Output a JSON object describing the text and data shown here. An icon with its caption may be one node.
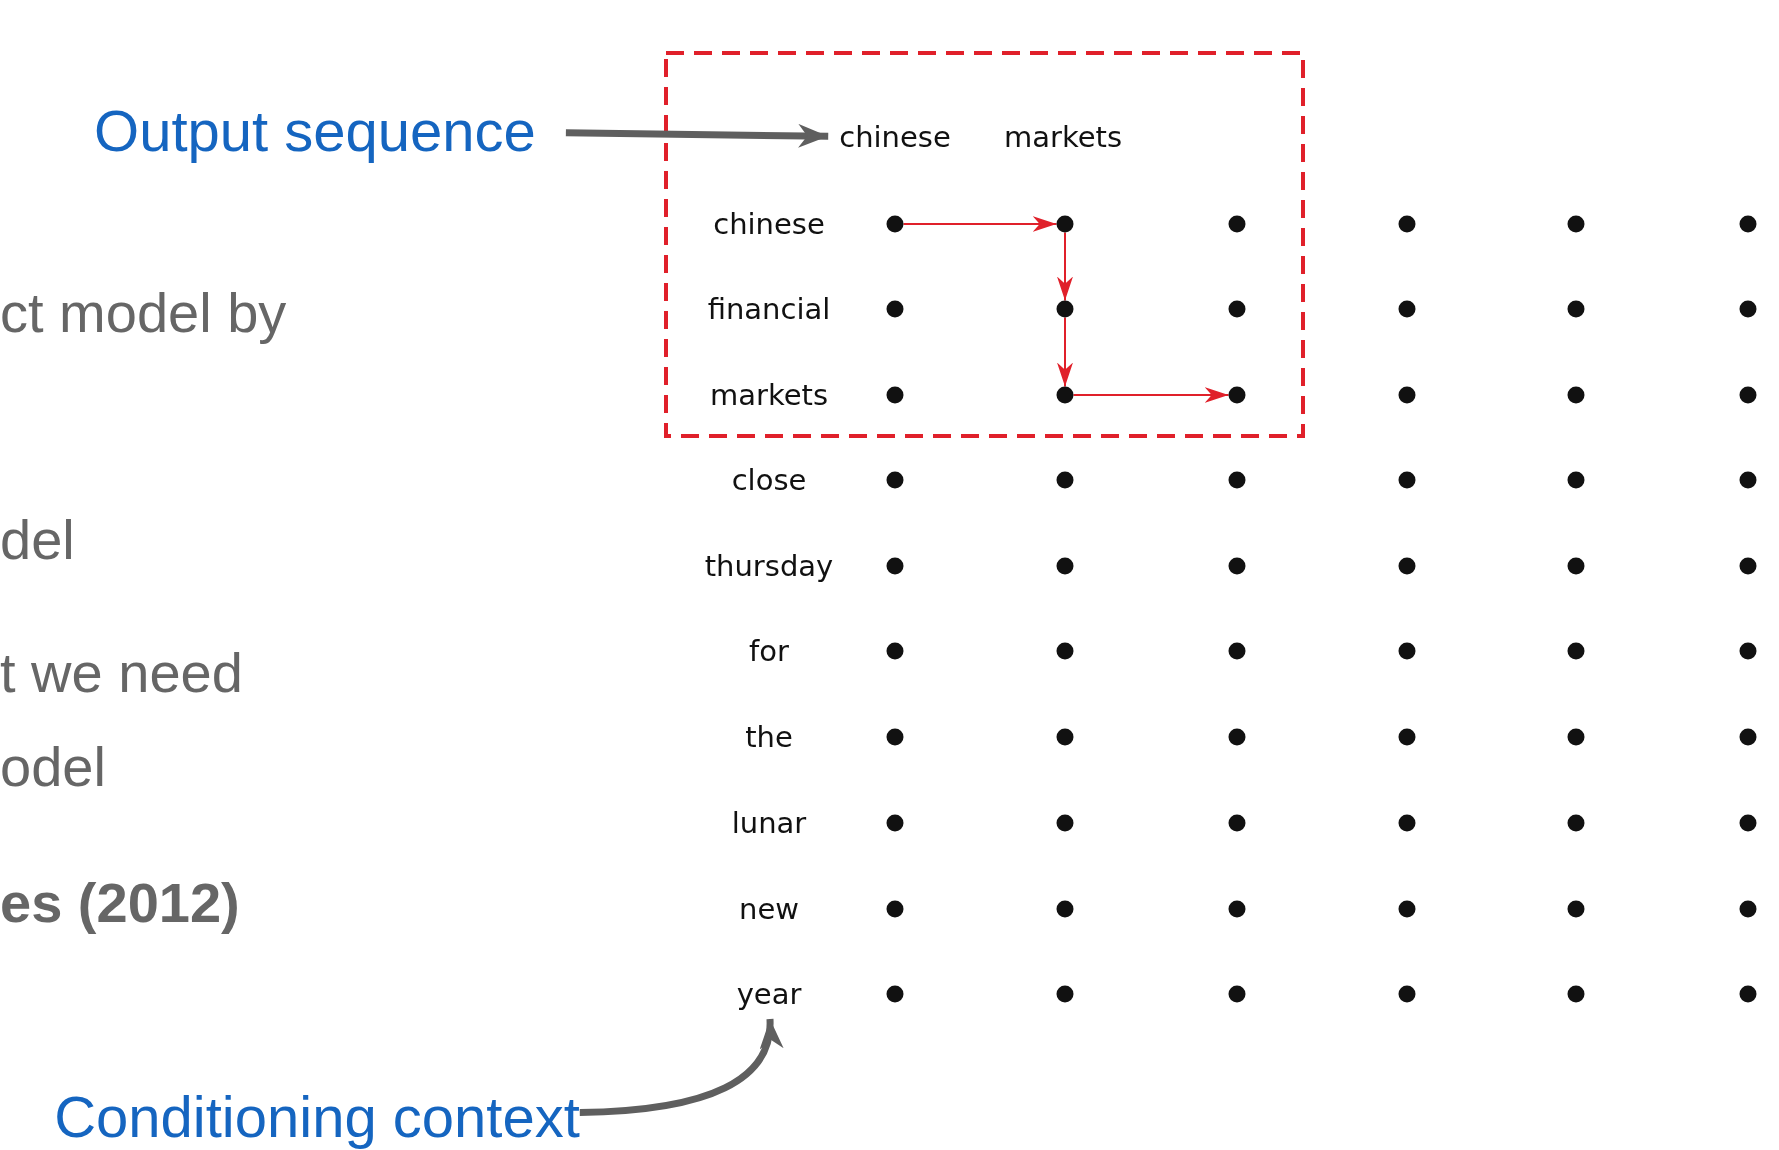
{
  "diagram": {
    "nodes": [
      {
        "text": [
          "Output sequence"
        ]
      },
      {
        "text": [
          "chinese"
        ]
      },
      {
        "text": [
          "markets"
        ]
      },
      {
        "text": [
          "chinese"
        ]
      },
      {
        "text": [],
        "shape": "circle"
      },
      {
        "text": [],
        "shape": "circle"
      },
      {
        "text": [],
        "shape": "circle"
      },
      {
        "text": [],
        "shape": "circle"
      },
      {
        "text": [],
        "shape": "circle"
      },
      {
        "text": [],
        "shape": "circle"
      },
      {
        "text": [
          "financial"
        ]
      },
      {
        "text": [],
        "shape": "circle"
      },
      {
        "text": [],
        "shape": "circle"
      },
      {
        "text": [],
        "shape": "circle"
      },
      {
        "text": [],
        "shape": "circle"
      },
      {
        "text": [],
        "shape": "circle"
      },
      {
        "text": [],
        "shape": "circle"
      },
      {
        "text": [
          "markets"
        ]
      },
      {
        "text": [],
        "shape": "circle"
      },
      {
        "text": [],
        "shape": "circle"
      },
      {
        "text": [],
        "shape": "circle"
      },
      {
        "text": [],
        "shape": "circle"
      },
      {
        "text": [],
        "shape": "circle"
      },
      {
        "text": [],
        "shape": "circle"
      },
      {
        "text": [
          "close"
        ]
      },
      {
        "text": [],
        "shape": "circle"
      },
      {
        "text": [],
        "shape": "circle"
      },
      {
        "text": [],
        "shape": "circle"
      },
      {
        "text": [],
        "shape": "circle"
      },
      {
        "text": [],
        "shape": "circle"
      },
      {
        "text": [],
        "shape": "circle"
      },
      {
        "text": [
          "thursday"
        ]
      },
      {
        "text": [],
        "shape": "circle"
      },
      {
        "text": [],
        "shape": "circle"
      },
      {
        "text": [],
        "shape": "circle"
      },
      {
        "text": [],
        "shape": "circle"
      },
      {
        "text": [],
        "shape": "circle"
      },
      {
        "text": [],
        "shape": "circle"
      },
      {
        "text": [
          "for"
        ]
      },
      {
        "text": [],
        "shape": "circle"
      },
      {
        "text": [],
        "shape": "circle"
      },
      {
        "text": [],
        "shape": "circle"
      },
      {
        "text": [],
        "shape": "circle"
      },
      {
        "text": [],
        "shape": "circle"
      },
      {
        "text": [],
        "shape": "circle"
      },
      {
        "text": [
          "the"
        ]
      },
      {
        "text": [],
        "shape": "circle"
      },
      {
        "text": [],
        "shape": "circle"
      },
      {
        "text": [],
        "shape": "circle"
      },
      {
        "text": [],
        "shape": "circle"
      },
      {
        "text": [],
        "shape": "circle"
      },
      {
        "text": [],
        "shape": "circle"
      },
      {
        "text": [
          "lunar"
        ]
      },
      {
        "text": [],
        "shape": "circle"
      },
      {
        "text": [],
        "shape": "circle"
      },
      {
        "text": [],
        "shape": "circle"
      },
      {
        "text": [],
        "shape": "circle"
      },
      {
        "text": [],
        "shape": "circle"
      },
      {
        "text": [],
        "shape": "circle"
      },
      {
        "text": [
          "new"
        ]
      },
      {
        "text": [],
        "shape": "circle"
      },
      {
        "text": [],
        "shape": "circle"
      },
      {
        "text": [],
        "shape": "circle"
      },
      {
        "text": [],
        "shape": "circle"
      },
      {
        "text": [],
        "shape": "circle"
      },
      {
        "text": [],
        "shape": "circle"
      },
      {
        "text": [
          "year"
        ]
      },
      {
        "text": [],
        "shape": "circle"
      },
      {
        "text": [],
        "shape": "circle"
      },
      {
        "text": [],
        "shape": "circle"
      },
      {
        "text": [],
        "shape": "circle"
      },
      {
        "text": [],
        "shape": "circle"
      },
      {
        "text": [],
        "shape": "circle"
      },
      {
        "text": [
          "Conditioning context"
        ]
      }
    ],
    "edges": [
      {
        "from": 0,
        "to": 1,
        "arrow": "to",
        "style": "thick",
        "color": "#5f5f5f"
      },
      {
        "from": 4,
        "to": 5,
        "arrow": "to"
      },
      {
        "from": 5,
        "to": 12,
        "arrow": "to"
      },
      {
        "from": 12,
        "to": 19,
        "arrow": "to"
      },
      {
        "from": 19,
        "to": 20,
        "arrow": "to"
      },
      {
        "from": 73,
        "to": 66,
        "arrow": "to",
        "style": "thick",
        "color": "#5f5f5f"
      }
    ],
    "labels": [
      "ct model by",
      "del",
      "t we need",
      "odel",
      "es (2012)"
    ]
  }
}
